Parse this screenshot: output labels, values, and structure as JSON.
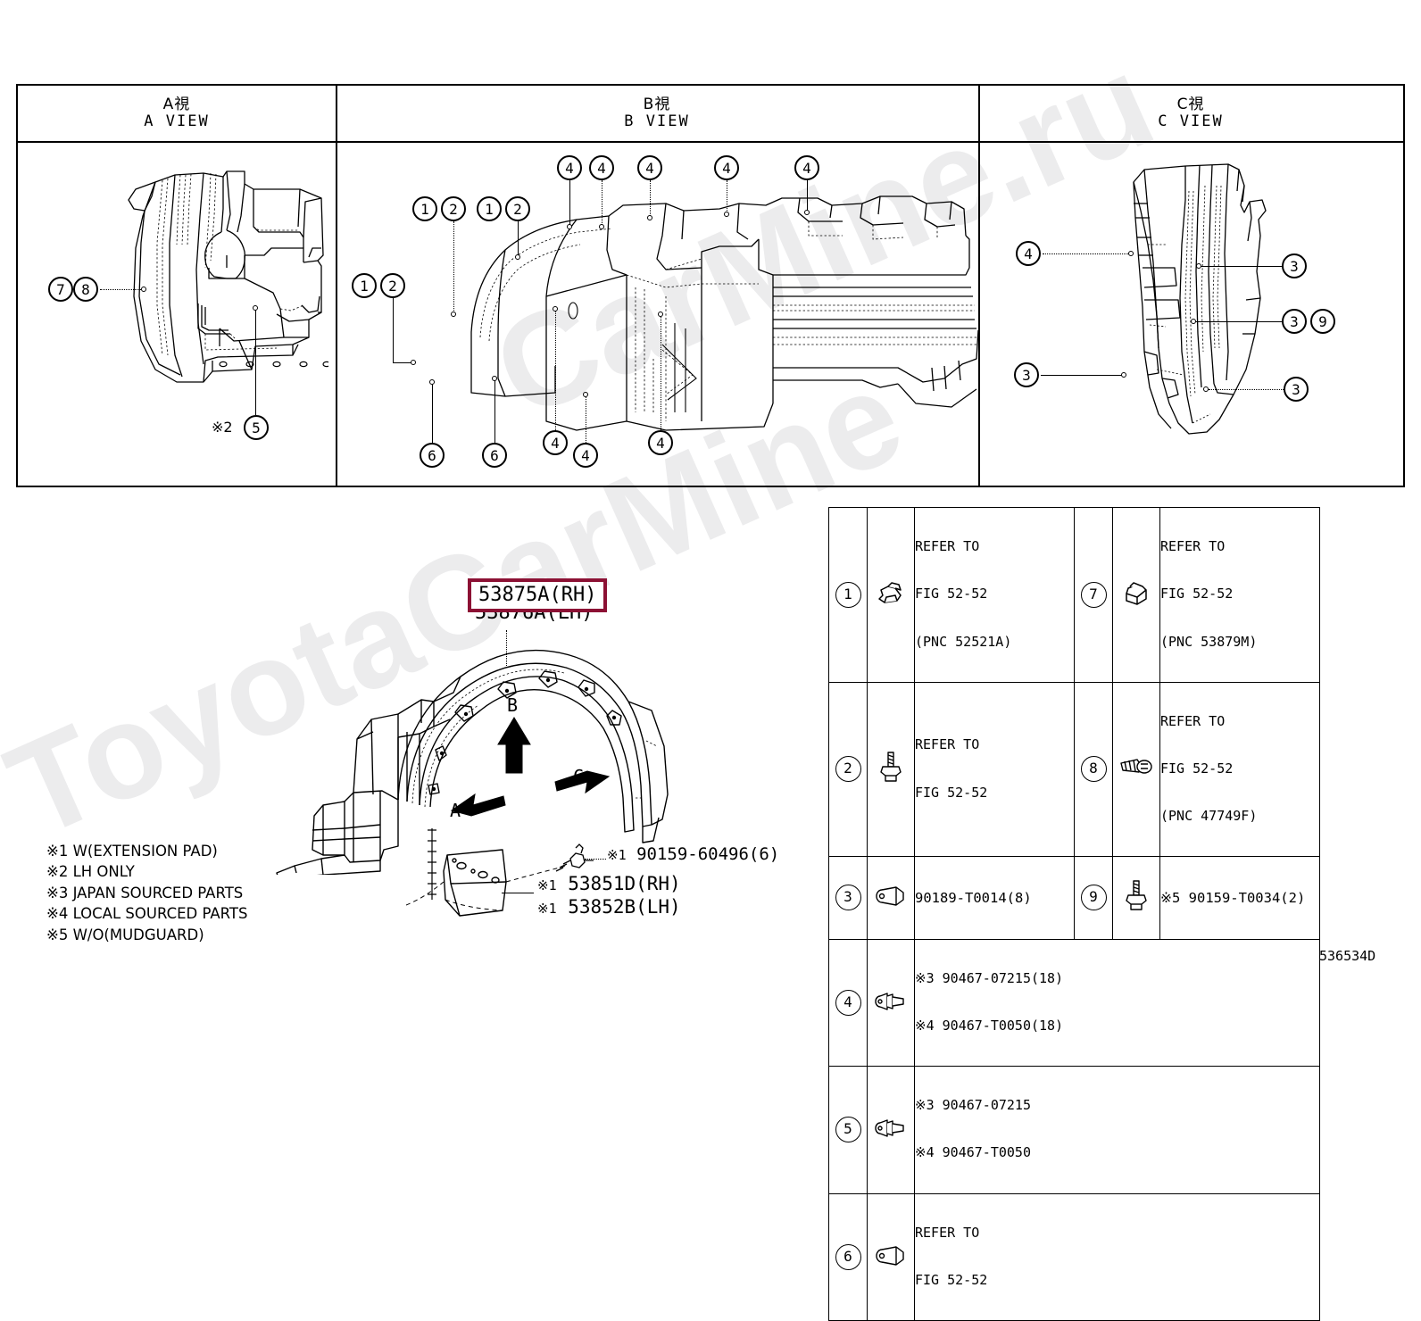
{
  "figure_code": "536534D",
  "views": [
    {
      "id": "a",
      "jp": "A視",
      "en": "A VIEW"
    },
    {
      "id": "b",
      "jp": "B視",
      "en": "B VIEW"
    },
    {
      "id": "c",
      "jp": "C視",
      "en": "C VIEW"
    }
  ],
  "view_a_callouts": [
    {
      "n": "7"
    },
    {
      "n": "8"
    },
    {
      "n": "5",
      "prefix": "※2"
    }
  ],
  "view_b_callouts": [
    {
      "n": "1"
    },
    {
      "n": "2"
    },
    {
      "n": "1"
    },
    {
      "n": "2"
    },
    {
      "n": "1"
    },
    {
      "n": "2"
    },
    {
      "n": "4"
    },
    {
      "n": "4"
    },
    {
      "n": "4"
    },
    {
      "n": "4"
    },
    {
      "n": "4"
    },
    {
      "n": "4"
    },
    {
      "n": "4"
    },
    {
      "n": "4"
    },
    {
      "n": "6"
    },
    {
      "n": "6"
    }
  ],
  "view_c_callouts": [
    {
      "n": "4"
    },
    {
      "n": "3"
    },
    {
      "n": "3"
    },
    {
      "n": "9"
    },
    {
      "n": "3"
    },
    {
      "n": "3"
    }
  ],
  "main_part": {
    "highlighted": "53875A(RH)",
    "secondary": "53876A(LH)",
    "highlight_color": "#8c1134"
  },
  "direction_arrows": [
    {
      "label": "A",
      "dir": "left"
    },
    {
      "label": "B",
      "dir": "up"
    },
    {
      "label": "C",
      "dir": "right"
    }
  ],
  "bottom_labels": {
    "bolt": "※1 90159-60496(6)",
    "bolt_mark": "※1",
    "bolt_number": "90159-60496(6)",
    "pad_rh_mark": "※1",
    "pad_rh": "53851D(RH)",
    "pad_lh_mark": "※1",
    "pad_lh": "53852B(LH)"
  },
  "notes": [
    "※1 W(EXTENSION PAD)",
    "※2 LH ONLY",
    "※3 JAPAN SOURCED PARTS",
    "※4 LOCAL SOURCED PARTS",
    "※5 W/O(MUDGUARD)"
  ],
  "legend_left": [
    {
      "num": "1",
      "icon": "clip-retainer-icon",
      "lines": [
        "REFER TO",
        "FIG 52-52",
        "(PNC 52521A)"
      ]
    },
    {
      "num": "2",
      "icon": "screw-grommet-icon",
      "lines": [
        "REFER TO",
        "FIG 52-52"
      ]
    },
    {
      "num": "3",
      "icon": "push-clip-icon",
      "lines": [
        "90189-T0014(8)"
      ]
    },
    {
      "num": "4",
      "icon": "push-clip-icon",
      "lines": [
        "※3 90467-07215(18)",
        "※4 90467-T0050(18)"
      ]
    },
    {
      "num": "5",
      "icon": "push-clip-icon",
      "lines": [
        "※3 90467-07215",
        "※4 90467-T0050"
      ]
    },
    {
      "num": "6",
      "icon": "push-clip-icon",
      "lines": [
        "REFER TO",
        "FIG 52-52"
      ]
    }
  ],
  "legend_right": [
    {
      "num": "7",
      "icon": "clip-retainer-icon",
      "lines": [
        "REFER TO",
        "FIG 52-52",
        "(PNC 53879M)"
      ]
    },
    {
      "num": "8",
      "icon": "screw-tapping-icon",
      "lines": [
        "REFER TO",
        "FIG 52-52",
        "(PNC 47749F)"
      ]
    },
    {
      "num": "9",
      "icon": "screw-grommet-icon",
      "lines": [
        "※5 90159-T0034(2)"
      ]
    }
  ],
  "watermark": {
    "line1": "ToyotaCarMine",
    "line2": "CarMine.ru"
  }
}
